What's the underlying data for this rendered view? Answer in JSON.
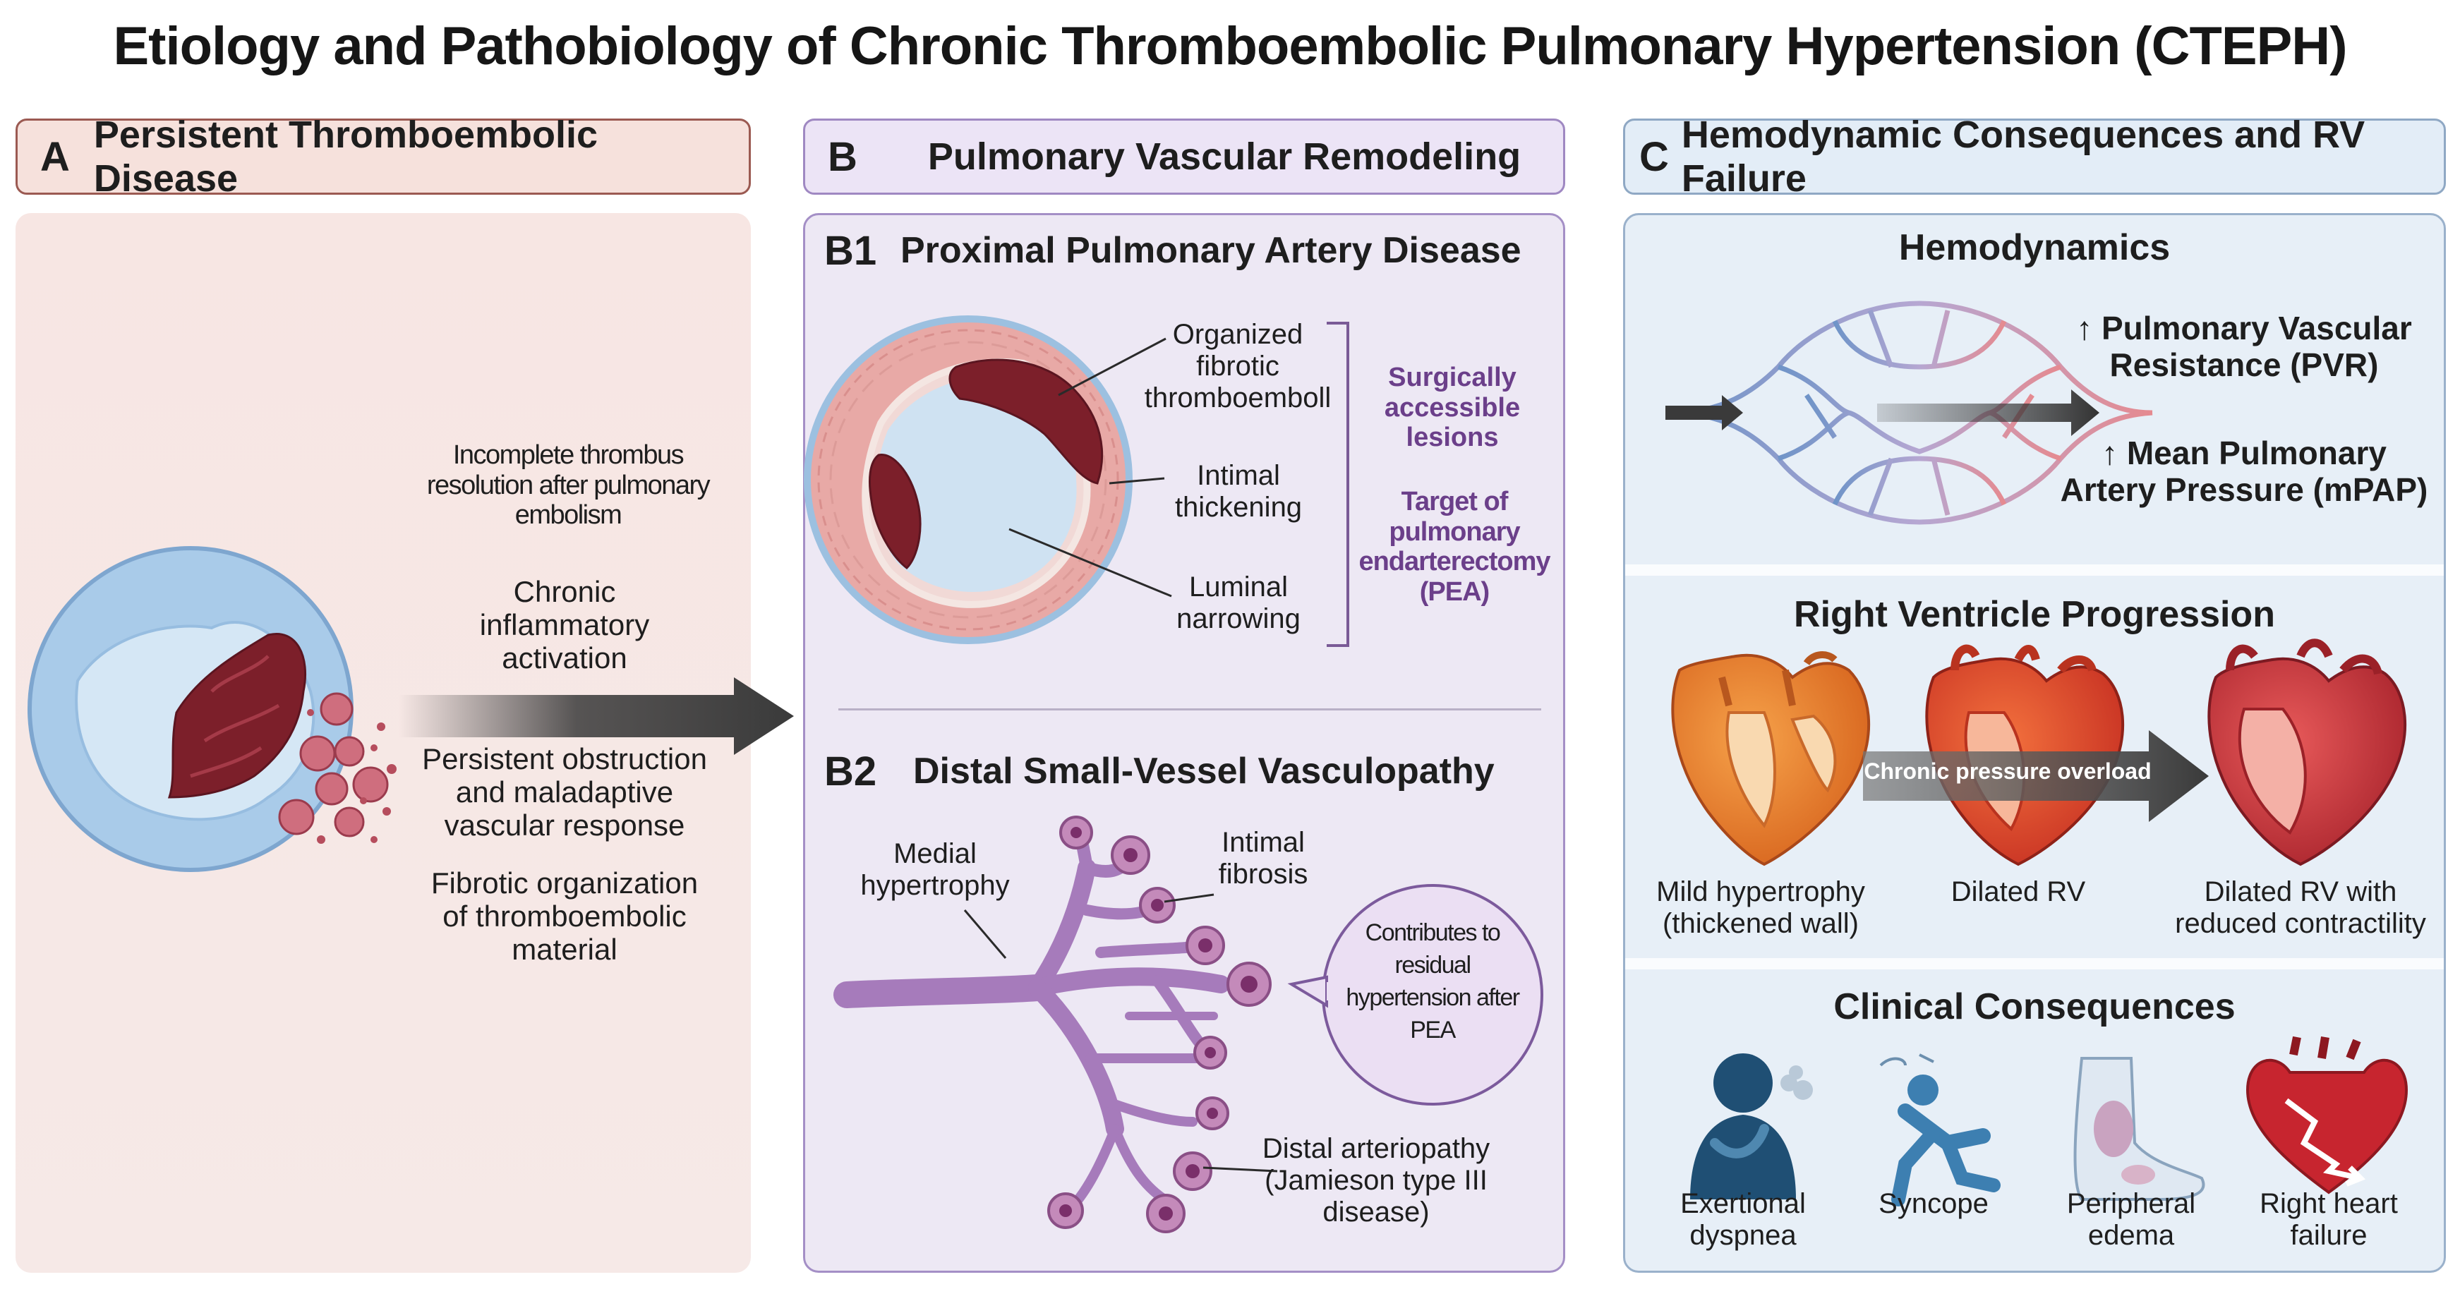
{
  "title": "Etiology and Pathobiology of Chronic Thromboembolic Pulmonary Hypertension (CTEPH)",
  "colors": {
    "panel_a_bg": "#f6e6e2",
    "panel_b_bg": "#ece7f3",
    "panel_c_bg": "#e6eef6",
    "thrombus": "#7c1f2a",
    "vessel_purple": "#9a6cae",
    "accent_purple": "#6b3f8a",
    "arrow_dark": "#3a3a3a"
  },
  "panel_a": {
    "letter": "A",
    "title": "Persistent Thromboembolic Disease",
    "causes": [
      "Incomplete thrombus resolution after pulmonary embolism",
      "Chronic inflammatory activation",
      "Persistent obstruction and maladaptive vascular response",
      "Fibrotic organization of thromboembolic material"
    ]
  },
  "panel_b": {
    "letter": "B",
    "title": "Pulmonary Vascular Remodeling",
    "b1": {
      "code": "B1",
      "title": "Proximal Pulmonary Artery Disease",
      "labels": {
        "organized": "Organized fibrotic thromboemboll",
        "intimal": "Intimal thickening",
        "luminal": "Luminal narrowing"
      },
      "surgical": "Surgically accessible lesions",
      "target": "Target of pulmonary endarterectomy (PEA)"
    },
    "b2": {
      "code": "B2",
      "title": "Distal Small-Vessel Vasculopathy",
      "labels": {
        "medial": "Medial hypertrophy",
        "fibrosis": "Intimal fibrosis",
        "distal": "Distal arteriopathy (Jamieson type III disease)"
      },
      "bubble": "Contributes to residual hypertension after PEA"
    }
  },
  "panel_c": {
    "letter": "C",
    "title": "Hemodynamic Consequences and RV Failure",
    "hemo": {
      "title": "Hemodynamics",
      "pvr": "↑ Pulmonary Vascular Resistance (PVR)",
      "mpap": "↑ Mean Pulmonary Artery Pressure (mPAP)"
    },
    "rv": {
      "title": "Right Ventricle Progression",
      "arrow": "Chronic pressure overload",
      "stages": [
        "Mild hypertrophy (thickened wall)",
        "Dilated RV",
        "Dilated RV with reduced contractility"
      ]
    },
    "clinical": {
      "title": "Clinical Consequences",
      "items": [
        {
          "icon": "dyspnea-person-icon",
          "label": "Exertional dyspnea"
        },
        {
          "icon": "falling-person-icon",
          "label": "Syncope"
        },
        {
          "icon": "swollen-foot-icon",
          "label": "Peripheral edema"
        },
        {
          "icon": "broken-heart-icon",
          "label": "Right heart failure"
        }
      ]
    }
  }
}
